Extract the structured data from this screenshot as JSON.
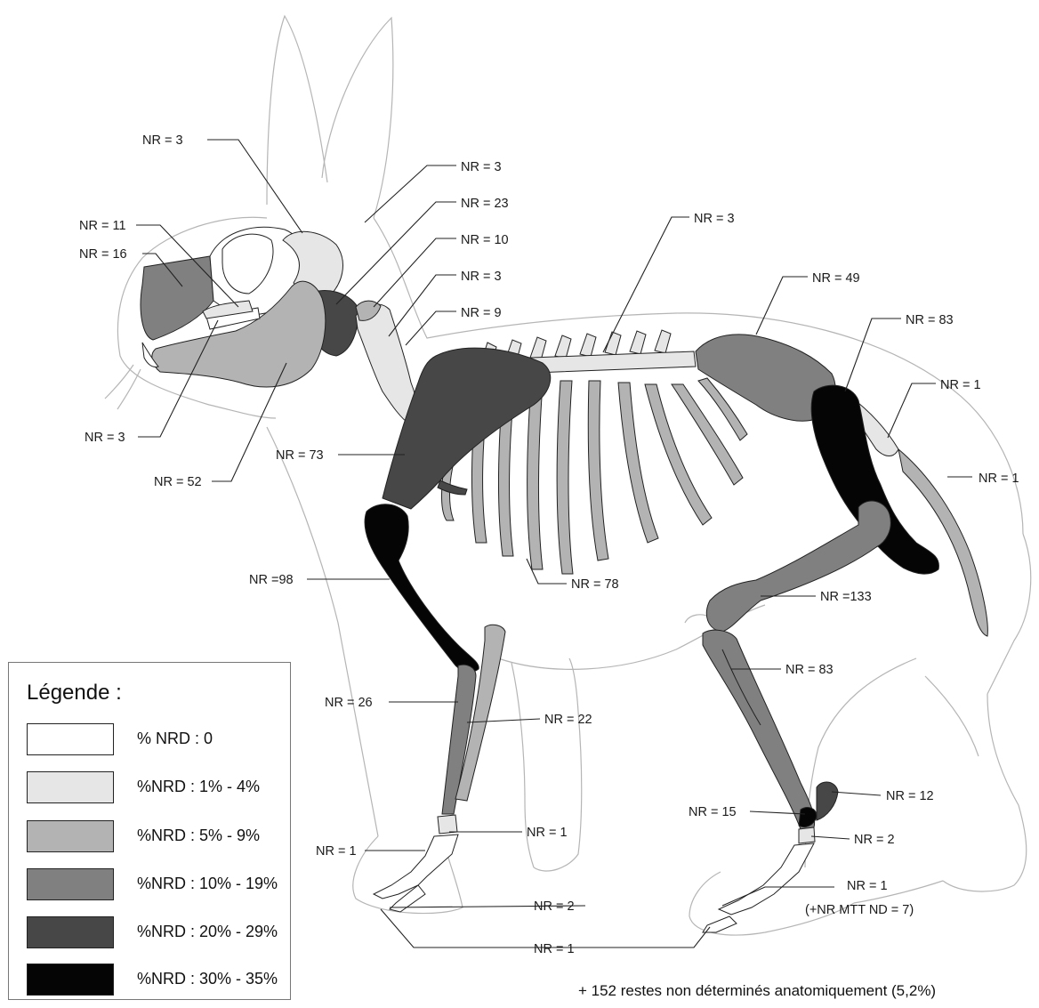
{
  "colors": {
    "c0": "#ffffff",
    "c1": "#e6e6e6",
    "c2": "#b3b3b3",
    "c3": "#808080",
    "c4": "#474747",
    "c5": "#050505",
    "outline": "#b5b5b5"
  },
  "legend": {
    "title": "Légende :",
    "items": [
      {
        "label": "% NRD : 0",
        "color": "#ffffff"
      },
      {
        "label": "%NRD : 1% - 4%",
        "color": "#e6e6e6"
      },
      {
        "label": "%NRD : 5% - 9%",
        "color": "#b3b3b3"
      },
      {
        "label": "%NRD : 10% - 19%",
        "color": "#808080"
      },
      {
        "label": "%NRD : 20% - 29%",
        "color": "#474747"
      },
      {
        "label": "%NRD : 30% - 35%",
        "color": "#050505"
      }
    ]
  },
  "labels": {
    "nasal": "NR = 3",
    "ear_ossicle": "NR = 3",
    "atlas_axis": "NR = 23",
    "cervical_1": "NR = 10",
    "cervical_2": "NR = 3",
    "cervical_3": "NR = 9",
    "premaxilla": "NR = 11",
    "maxilla": "NR = 16",
    "incisor_teeth": "NR = 3",
    "mandible": "NR = 52",
    "thoracic": "NR = 3",
    "lumbar": "NR = 49",
    "pelvis": "NR = 83",
    "sacrum": "NR = 1",
    "caudal": "NR = 1",
    "scapula": "NR = 73",
    "ribs": "NR = 78",
    "humerus": "NR =98",
    "femur": "NR =133",
    "tibia": "NR = 83",
    "radius": "NR = 26",
    "ulna": "NR = 22",
    "calcaneus": "NR = 12",
    "astragalus": "NR = 15",
    "tarsals": "NR = 2",
    "carpals": "NR = 1",
    "metacarpals": "NR = 1",
    "front_phalanges": "NR = 2",
    "metatarsals": "NR = 1",
    "metatarsals_note": "(+NR MTT ND = 7)",
    "phalanges_bottom": "NR = 1"
  },
  "footnote": "+ 152 restes non déterminés anatomiquement  (5,2%)"
}
